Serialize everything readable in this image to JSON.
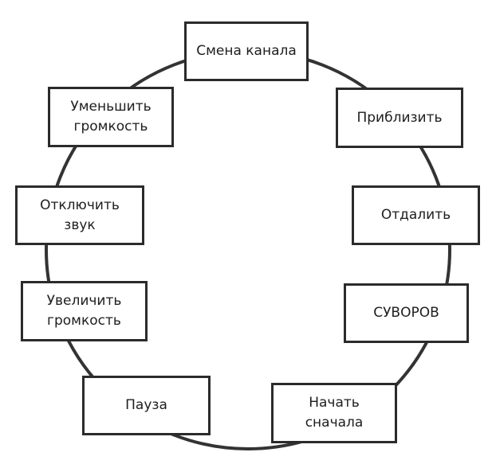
{
  "diagram": {
    "nodes": [
      {
        "id": "change-channel",
        "label": "Смена канала"
      },
      {
        "id": "zoom-in",
        "label": "Приблизить"
      },
      {
        "id": "zoom-out",
        "label": "Отдалить"
      },
      {
        "id": "suvorov",
        "label": "СУВОРОВ"
      },
      {
        "id": "restart",
        "label": "Начать сначала"
      },
      {
        "id": "pause",
        "label": "Пауза"
      },
      {
        "id": "volume-up",
        "label": "Увеличить громкость"
      },
      {
        "id": "mute",
        "label": "Отключить звук"
      },
      {
        "id": "volume-down",
        "label": "Уменьшить громкость"
      }
    ]
  }
}
